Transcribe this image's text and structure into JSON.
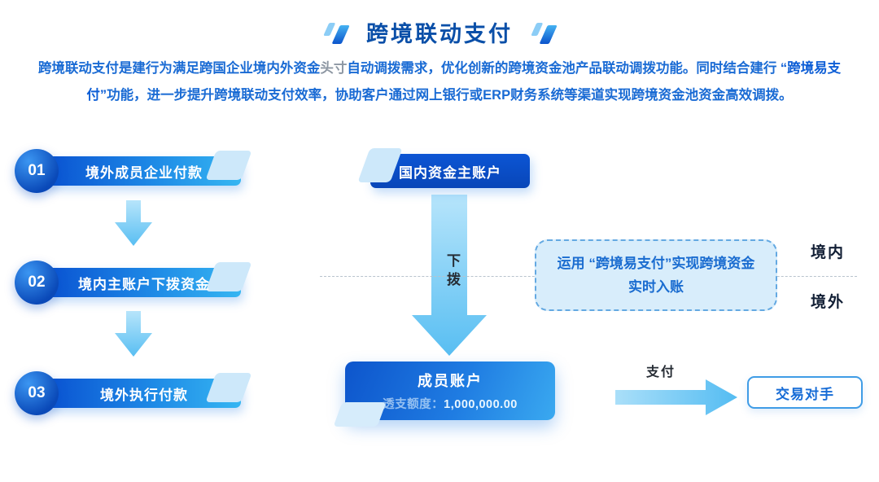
{
  "colors": {
    "primary_blue": "#0a53d2",
    "accent_cyan": "#36b6f2",
    "title_blue": "#0a4fa8",
    "text_blue": "#1a6bd4",
    "arrow_cyan": "#58bef2",
    "dark_navy": "#121f35"
  },
  "header": {
    "title": "跨境联动支付",
    "description": {
      "part1": "跨境联动支付是建行为满足跨国企业境内外资金",
      "muted": "头寸",
      "part2": "自动调拨需求，优化创新的跨境资金池产品联动调拨功能。同时结合建行 ",
      "highlight": "“跨境易支付”",
      "part3": "功能，进一步提升跨境联动支付效率，协助客户通过网上银行或ERP财务系统等渠道实现跨境资金池资金高效调拨。"
    }
  },
  "steps": [
    {
      "number": "01",
      "label": "境外成员企业付款"
    },
    {
      "number": "02",
      "label": "境内主账户下拨资金"
    },
    {
      "number": "03",
      "label": "境外执行付款"
    }
  ],
  "flow": {
    "master_account": "国内资金主账户",
    "transfer_label": "下拨",
    "member_account": {
      "title": "成员账户",
      "overdraft_label": "透支额度：",
      "overdraft_amount": "1,000,000.00"
    },
    "payment_label": "支付",
    "counterparty": "交易对手"
  },
  "regions": {
    "domestic": "境内",
    "overseas": "境外"
  },
  "callout": {
    "text": "运用 “跨境易支付”实现跨境资金实时入账"
  }
}
